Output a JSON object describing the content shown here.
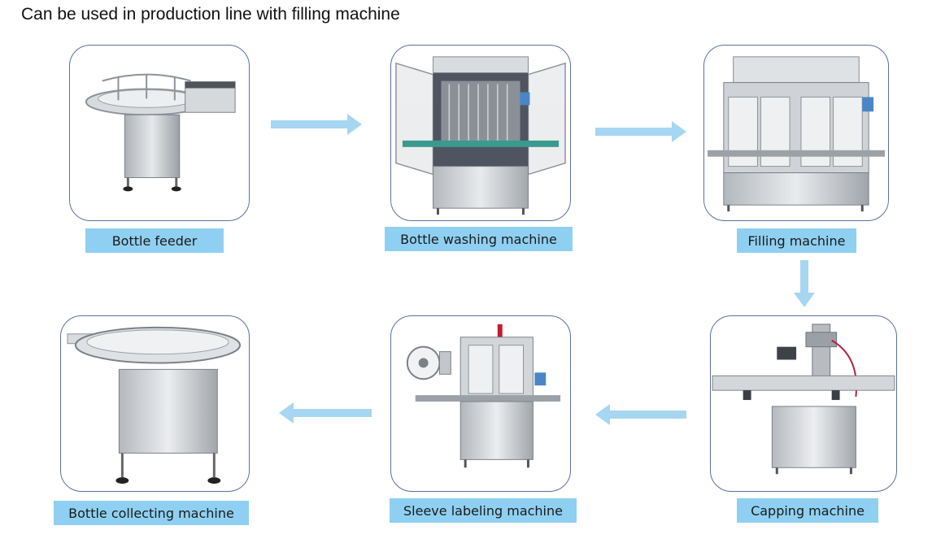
{
  "title": "Can be used in production line with filling machine",
  "colors": {
    "arrow": "#a6d6f2",
    "label_bg": "#8fd0f2",
    "card_border": "#5d6f9a",
    "steel": "#c9cdd2"
  },
  "machines": [
    {
      "id": "bottle-feeder",
      "label": "Bottle feeder"
    },
    {
      "id": "bottle-washing-machine",
      "label": "Bottle washing machine"
    },
    {
      "id": "filling-machine",
      "label": "Filling machine"
    },
    {
      "id": "capping-machine",
      "label": "Capping machine"
    },
    {
      "id": "sleeve-labeling-machine",
      "label": "Sleeve labeling machine"
    },
    {
      "id": "bottle-collecting-machine",
      "label": "Bottle collecting machine"
    }
  ]
}
